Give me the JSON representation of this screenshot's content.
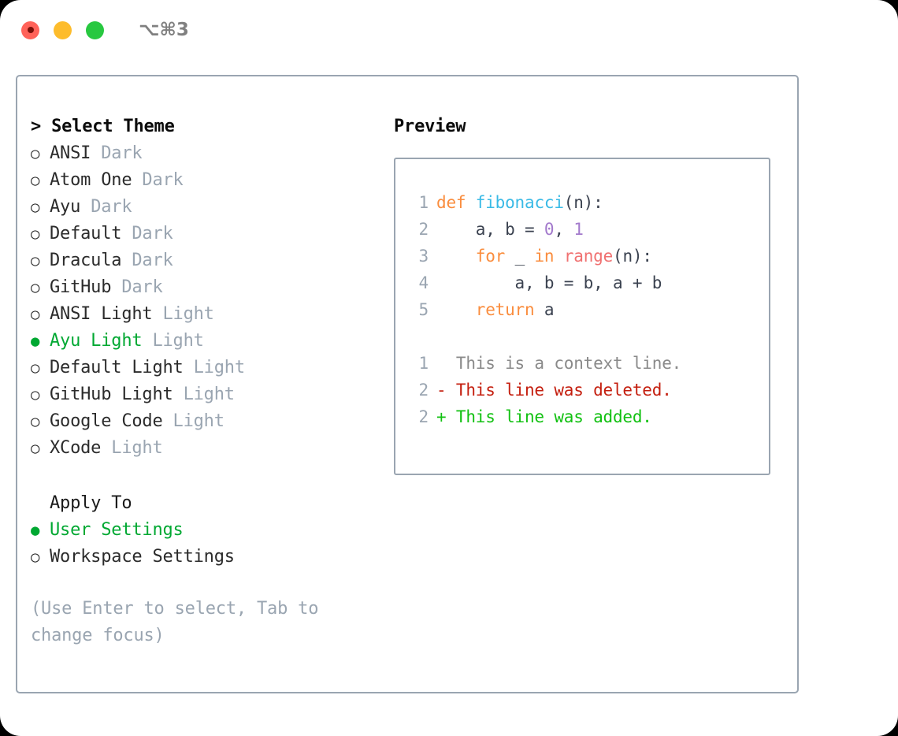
{
  "titlebar": {
    "shortcut": "⌥⌘3",
    "lights": [
      {
        "name": "close",
        "color": "#FF6259"
      },
      {
        "name": "minimize",
        "color": "#FDBC2C"
      },
      {
        "name": "zoom",
        "color": "#28C840"
      }
    ]
  },
  "theme_picker": {
    "title": "> Select Theme",
    "selected_marker": "●",
    "unselected_marker": "○",
    "accent_color": "#00a832",
    "items": [
      {
        "marker": "○",
        "name": "ANSI",
        "kind": "Dark",
        "selected": false
      },
      {
        "marker": "○",
        "name": "Atom One",
        "kind": "Dark",
        "selected": false
      },
      {
        "marker": "○",
        "name": "Ayu",
        "kind": "Dark",
        "selected": false
      },
      {
        "marker": "○",
        "name": "Default",
        "kind": "Dark",
        "selected": false
      },
      {
        "marker": "○",
        "name": "Dracula",
        "kind": "Dark",
        "selected": false
      },
      {
        "marker": "○",
        "name": "GitHub",
        "kind": "Dark",
        "selected": false
      },
      {
        "marker": "○",
        "name": "ANSI Light",
        "kind": "Light",
        "selected": false
      },
      {
        "marker": "●",
        "name": "Ayu Light",
        "kind": "Light",
        "selected": true
      },
      {
        "marker": "○",
        "name": "Default Light",
        "kind": "Light",
        "selected": false
      },
      {
        "marker": "○",
        "name": "GitHub Light",
        "kind": "Light",
        "selected": false
      },
      {
        "marker": "○",
        "name": "Google Code",
        "kind": "Light",
        "selected": false
      },
      {
        "marker": "○",
        "name": "XCode",
        "kind": "Light",
        "selected": false
      }
    ]
  },
  "apply_to": {
    "title": "Apply To",
    "items": [
      {
        "marker": "●",
        "name": "User Settings",
        "selected": true
      },
      {
        "marker": "○",
        "name": "Workspace Settings",
        "selected": false
      }
    ]
  },
  "hint": "(Use Enter to select, Tab to change focus)",
  "preview": {
    "title": "Preview",
    "code_lines": [
      {
        "ln": "1",
        "tokens": [
          {
            "t": "def ",
            "c": "kw"
          },
          {
            "t": "fibonacci",
            "c": "fn"
          },
          {
            "t": "(n):",
            "c": "plain"
          }
        ]
      },
      {
        "ln": "2",
        "tokens": [
          {
            "t": "    a, b = ",
            "c": "plain"
          },
          {
            "t": "0",
            "c": "num"
          },
          {
            "t": ", ",
            "c": "plain"
          },
          {
            "t": "1",
            "c": "num"
          }
        ]
      },
      {
        "ln": "3",
        "tokens": [
          {
            "t": "    ",
            "c": "plain"
          },
          {
            "t": "for",
            "c": "kw"
          },
          {
            "t": " _ ",
            "c": "plain"
          },
          {
            "t": "in",
            "c": "kw"
          },
          {
            "t": " ",
            "c": "plain"
          },
          {
            "t": "range",
            "c": "builtin"
          },
          {
            "t": "(n):",
            "c": "plain"
          }
        ]
      },
      {
        "ln": "4",
        "tokens": [
          {
            "t": "        a, b = b, a + b",
            "c": "plain"
          }
        ]
      },
      {
        "ln": "5",
        "tokens": [
          {
            "t": "    ",
            "c": "plain"
          },
          {
            "t": "return",
            "c": "kw"
          },
          {
            "t": " a",
            "c": "plain"
          }
        ]
      }
    ],
    "diff_lines": [
      {
        "ln": "1",
        "prefix": "  ",
        "text": "This is a context line.",
        "kind": "ctx"
      },
      {
        "ln": "2",
        "prefix": "- ",
        "text": "This line was deleted.",
        "kind": "del"
      },
      {
        "ln": "2",
        "prefix": "+ ",
        "text": "This line was added.",
        "kind": "add"
      }
    ]
  }
}
